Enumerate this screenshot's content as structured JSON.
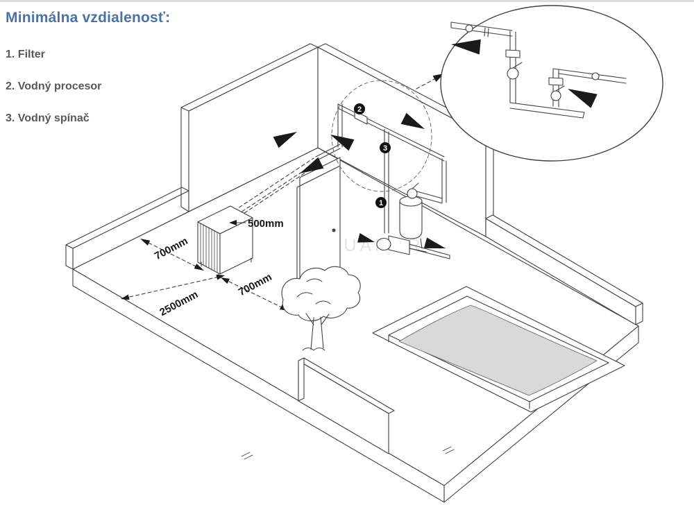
{
  "header": {
    "title": "Minimálna vzdialenosť:"
  },
  "legend": {
    "items": [
      {
        "label": "1. Filter"
      },
      {
        "label": "2. Vodný procesor"
      },
      {
        "label": "3. Vodný spínač"
      }
    ]
  },
  "diagram": {
    "markers": {
      "filter": "1",
      "processor": "2",
      "switch": "3"
    },
    "dimensions": {
      "pipe_clearance": "500mm",
      "side_clearance": "700mm",
      "front_clearance": "700mm",
      "wall_clearance": "2500mm"
    },
    "watermark": "AQUAMAR",
    "colors": {
      "title_blue": "#4a72a8",
      "legend_gray": "#58585a",
      "line": "#3f3f3f",
      "water": "#d9d9d9"
    }
  }
}
